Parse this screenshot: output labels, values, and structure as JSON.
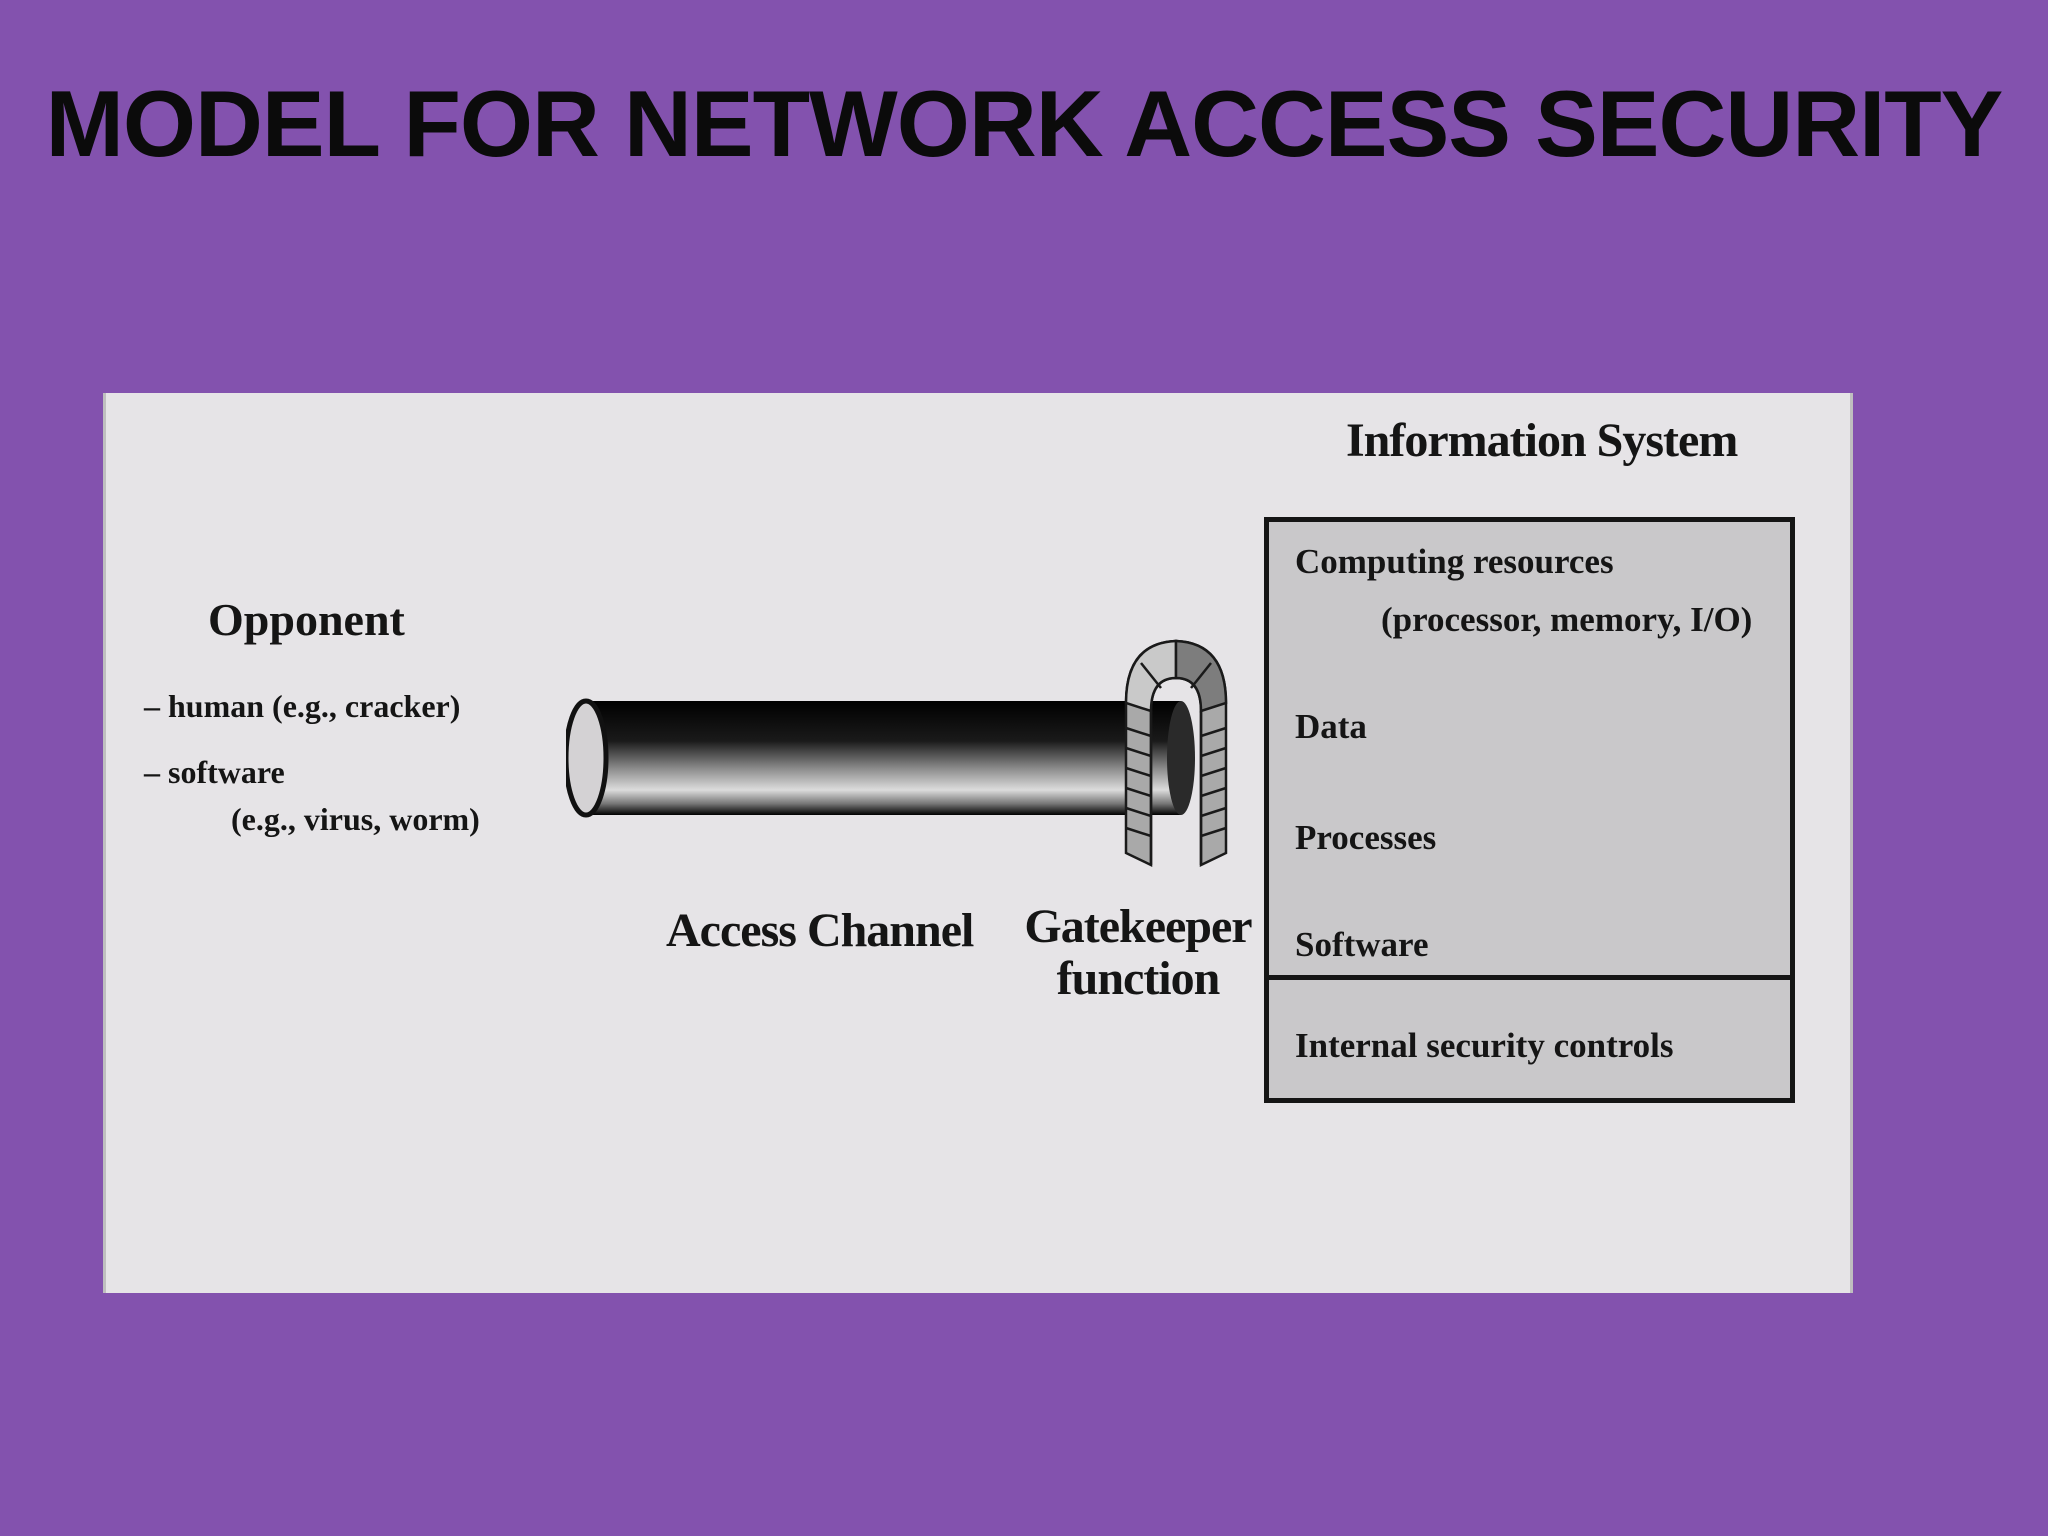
{
  "slide": {
    "title": "MODEL FOR NETWORK ACCESS SECURITY"
  },
  "diagram": {
    "opponent": {
      "title": "Opponent",
      "line1": "– human (e.g., cracker)",
      "line2": "– software",
      "line3": "(e.g., virus, worm)"
    },
    "access_channel": "Access Channel",
    "gatekeeper": "Gatekeeper function",
    "information_system": {
      "title": "Information System",
      "computing_resources": "Computing resources",
      "computing_detail": "(processor, memory, I/O)",
      "data": "Data",
      "processes": "Processes",
      "software": "Software",
      "internal_controls": "Internal security controls"
    }
  }
}
